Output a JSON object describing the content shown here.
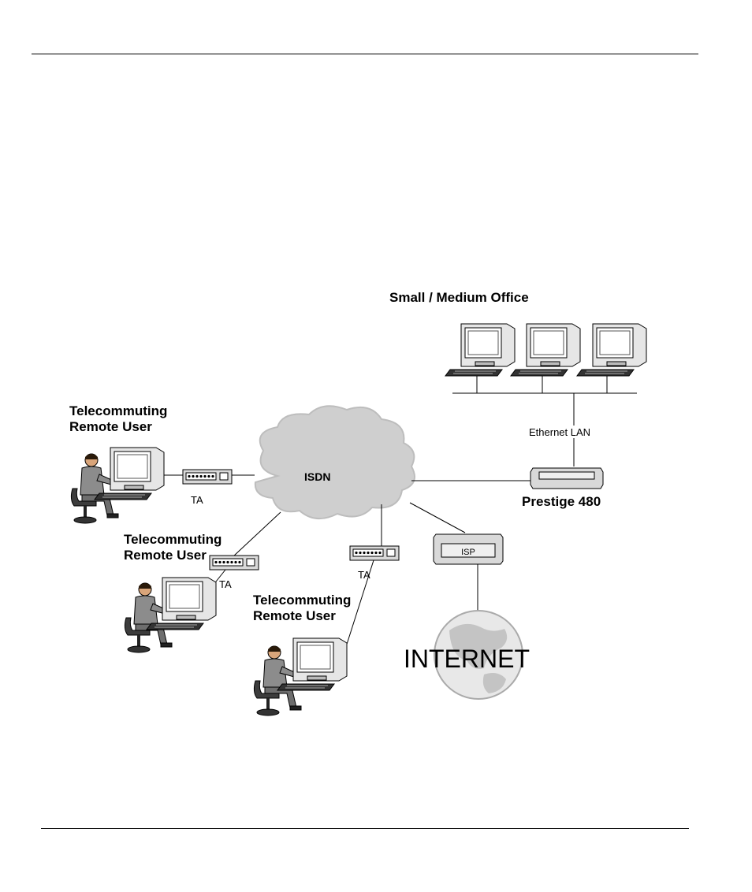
{
  "diagram": {
    "office_title": "Small / Medium Office",
    "ethernet_label": "Ethernet LAN",
    "router_label": "Prestige 480",
    "isdn_label": "ISDN",
    "isp_label": "ISP",
    "internet_label": "INTERNET",
    "ta_label": "TA",
    "remote_users": [
      {
        "line1": "Telecommuting",
        "line2": "Remote User"
      },
      {
        "line1": "Telecommuting",
        "line2": "Remote User"
      },
      {
        "line1": "Telecommuting",
        "line2": "Remote User"
      }
    ]
  }
}
